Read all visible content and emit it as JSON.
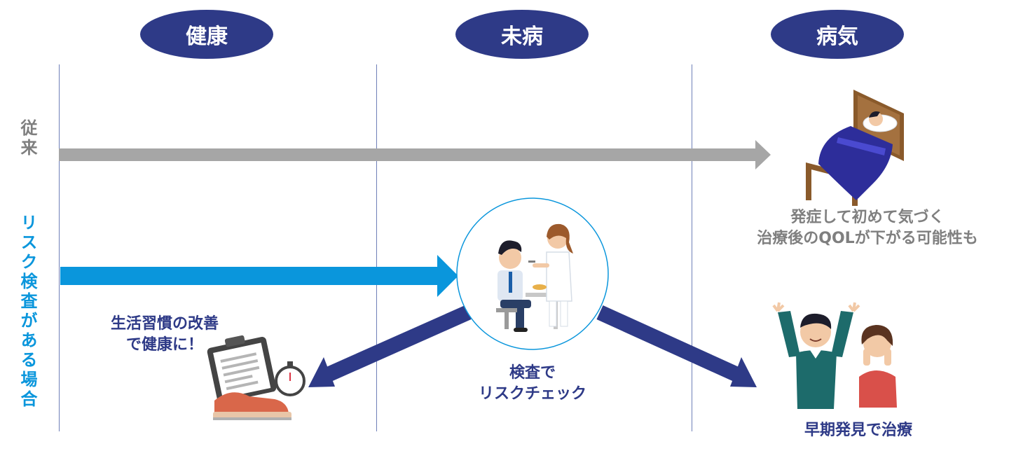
{
  "stages": [
    "健康",
    "未病",
    "病気"
  ],
  "rows": {
    "conventional": "従来",
    "risk_check": "リスク検査がある場合"
  },
  "captions": {
    "illness_note": "発症して初めて気づく\n治療後のQOLが下がる可能性も",
    "lifestyle": "生活習慣の改善\nで健康に！",
    "check": "検査で\nリスクチェック",
    "early": "早期発見で治療"
  },
  "colors": {
    "navy": "#2e3a87",
    "gray_arrow": "#a6a6a6",
    "blue_arrow": "#0a96dc",
    "gray_text": "#7f7f7f"
  }
}
